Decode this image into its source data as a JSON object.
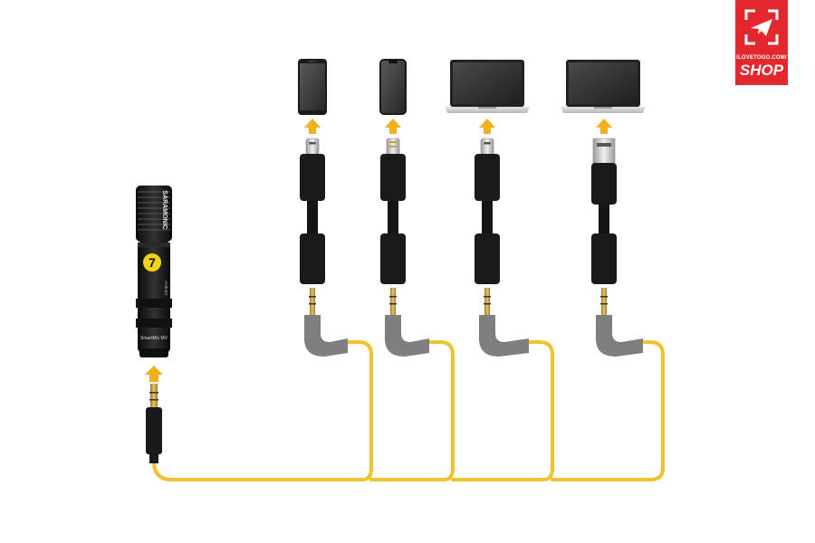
{
  "logo": {
    "url_text": "ILOVETOGO.COM/",
    "shop_text": "SHOP",
    "background": "#e3282d"
  },
  "microphone": {
    "brand": "SARAMONIC",
    "badge": "7",
    "side_text": "Android",
    "model": "SmartMic MV"
  },
  "devices": [
    "smartphone-usb-c",
    "iphone-lightning",
    "laptop-usb-c",
    "laptop-usb-a"
  ],
  "colors": {
    "cable": "#f2c22c",
    "arrow": "#f2b11c",
    "connector_body": "#1a1a1a",
    "trs_elbow": "#7e7e7e",
    "gold": "#c9a040"
  }
}
